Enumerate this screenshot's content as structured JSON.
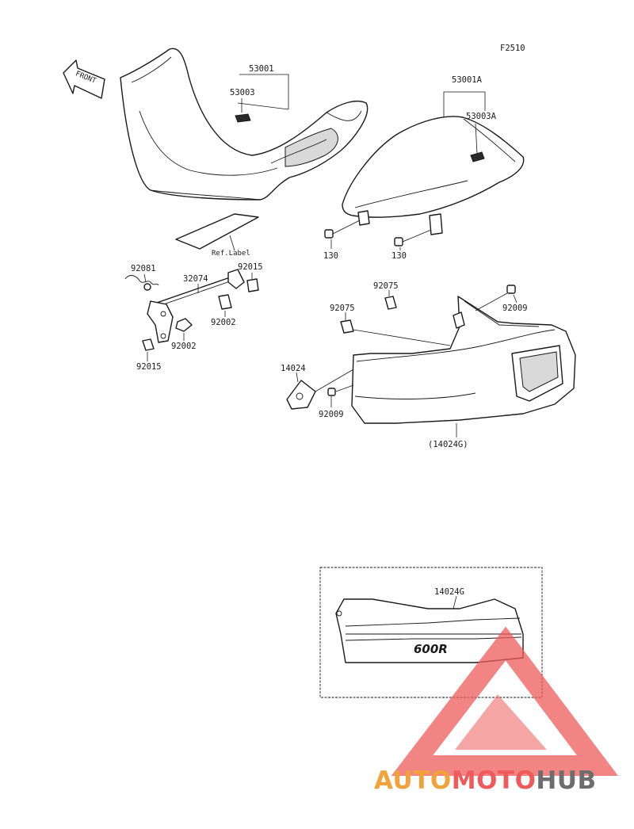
{
  "figure_code": "F2510",
  "direction_arrow": "FRONT",
  "ref_label": "Ref.Label",
  "parts": {
    "p53001": "53001",
    "p53003": "53003",
    "p53001A": "53001A",
    "p53003A": "53003A",
    "p130_left": "130",
    "p130_right": "130",
    "p92081": "92081",
    "p32074": "32074",
    "p92015_top": "92015",
    "p92015_bottom": "92015",
    "p92002_right": "92002",
    "p92002_left": "92002",
    "p92075_top": "92075",
    "p92075_left": "92075",
    "p92009_right": "92009",
    "p92009_left": "92009",
    "p14024": "14024",
    "p14024G_ref": "(14024G)",
    "p14024G_inset": "14024G"
  },
  "cover_emblem": "600R",
  "watermark": {
    "brand_part1": "AUTO",
    "brand_part2": "MOTO",
    "brand_part3": "HUB",
    "color_orange": "#f2a23a",
    "color_red": "#ef5b5b",
    "color_gray": "#6d6d6d"
  }
}
